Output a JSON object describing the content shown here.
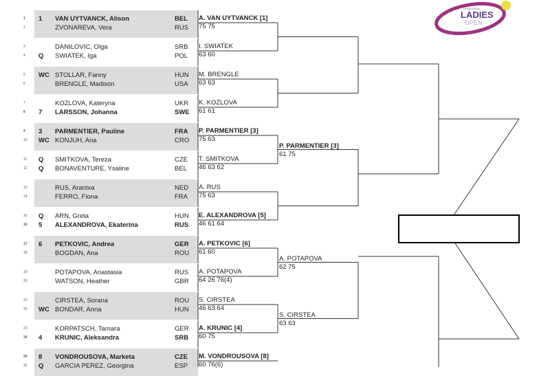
{
  "logo": {
    "top": "HUNGARIAN",
    "main": "LADIES",
    "sub": "OPEN"
  },
  "players": [
    {
      "n": "1",
      "seed": "1",
      "name": "VAN UYTVANCK, Alison",
      "nat": "BEL",
      "bold": true
    },
    {
      "n": "2",
      "seed": "",
      "name": "ZVONAREVA, Vera",
      "nat": "RUS"
    },
    {
      "n": "3",
      "seed": "",
      "name": "DANILOVIC, Olga",
      "nat": "SRB"
    },
    {
      "n": "4",
      "seed": "Q",
      "name": "SWIATEK, Iga",
      "nat": "POL"
    },
    {
      "n": "5",
      "seed": "WC",
      "name": "STOLLAR, Fanny",
      "nat": "HUN"
    },
    {
      "n": "6",
      "seed": "",
      "name": "BRENGLE, Madison",
      "nat": "USA"
    },
    {
      "n": "7",
      "seed": "",
      "name": "KOZLOVA, Kateryna",
      "nat": "UKR"
    },
    {
      "n": "8",
      "seed": "7",
      "name": "LARSSON, Johanna",
      "nat": "SWE",
      "bold": true
    },
    {
      "n": "9",
      "seed": "3",
      "name": "PARMENTIER, Pauline",
      "nat": "FRA",
      "bold": true
    },
    {
      "n": "10",
      "seed": "WC",
      "name": "KONJUH, Ana",
      "nat": "CRO"
    },
    {
      "n": "11",
      "seed": "Q",
      "name": "SMITKOVA, Tereza",
      "nat": "CZE"
    },
    {
      "n": "12",
      "seed": "Q",
      "name": "BONAVENTURE, Ysaline",
      "nat": "BEL"
    },
    {
      "n": "13",
      "seed": "",
      "name": "RUS, Arantxa",
      "nat": "NED"
    },
    {
      "n": "14",
      "seed": "",
      "name": "FERRO, Fiona",
      "nat": "FRA"
    },
    {
      "n": "15",
      "seed": "Q",
      "name": "ARN, Greta",
      "nat": "HUN"
    },
    {
      "n": "16",
      "seed": "5",
      "name": "ALEXANDROVA, Ekaterina",
      "nat": "RUS",
      "bold": true
    },
    {
      "n": "17",
      "seed": "6",
      "name": "PETKOVIC, Andrea",
      "nat": "GER",
      "bold": true
    },
    {
      "n": "18",
      "seed": "",
      "name": "BOGDAN, Ana",
      "nat": "ROU"
    },
    {
      "n": "19",
      "seed": "",
      "name": "POTAPOVA, Anastasia",
      "nat": "RUS"
    },
    {
      "n": "20",
      "seed": "",
      "name": "WATSON, Heather",
      "nat": "GBR"
    },
    {
      "n": "21",
      "seed": "",
      "name": "CIRSTEA, Sorana",
      "nat": "ROU"
    },
    {
      "n": "22",
      "seed": "WC",
      "name": "BONDAR, Anna",
      "nat": "HUN"
    },
    {
      "n": "23",
      "seed": "",
      "name": "KORPATSCH, Tamara",
      "nat": "GER"
    },
    {
      "n": "24",
      "seed": "4",
      "name": "KRUNIC, Aleksandra",
      "nat": "SRB",
      "bold": true
    },
    {
      "n": "25",
      "seed": "8",
      "name": "VONDROUSOVA, Marketa",
      "nat": "CZE",
      "bold": true
    },
    {
      "n": "26",
      "seed": "Q",
      "name": "GARCIA PEREZ, Georgina",
      "nat": "ESP"
    }
  ],
  "round2": [
    {
      "name": "A. VAN UYTVANCK [1]",
      "score": "75 75",
      "bold": true
    },
    {
      "name": "I. SWIATEK",
      "score": "63 60"
    },
    {
      "name": "M. BRENGLE",
      "score": "63 63"
    },
    {
      "name": "K. KOZLOVA",
      "score": "61 61"
    },
    {
      "name": "P. PARMENTIER [3]",
      "score": "75 63",
      "bold": true
    },
    {
      "name": "T. SMITKOVA",
      "score": "46 63 62"
    },
    {
      "name": "A. RUS",
      "score": "75 63"
    },
    {
      "name": "E. ALEXANDROVA [5]",
      "score": "46 61 64",
      "bold": true
    },
    {
      "name": "A. PETKOVIC [6]",
      "score": "61 60",
      "bold": true
    },
    {
      "name": "A. POTAPOVA",
      "score": "64 26 76(4)"
    },
    {
      "name": "S. CIRSTEA",
      "score": "46 63 64"
    },
    {
      "name": "A. KRUNIC [4]",
      "score": "60 75",
      "bold": true
    },
    {
      "name": "M. VONDROUSOVA [8]",
      "score": "60 76(6)",
      "bold": true
    }
  ],
  "quarterfinals": [
    {
      "name": "",
      "score": ""
    },
    {
      "name": "",
      "score": ""
    },
    {
      "name": "P. PARMENTIER [3]",
      "score": "61 75",
      "bold": true
    },
    {
      "name": "",
      "score": ""
    },
    {
      "name": "A. POTAPOVA",
      "score": "62 75"
    },
    {
      "name": "S. CIRSTEA",
      "score": "63 63"
    }
  ]
}
